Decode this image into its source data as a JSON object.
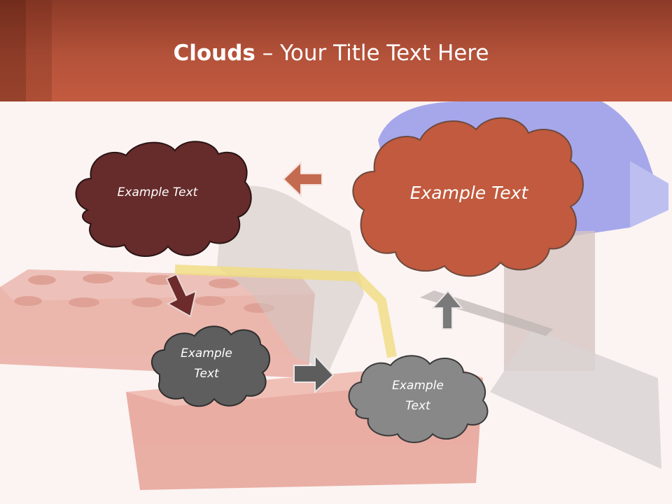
{
  "slide": {
    "title_bold": "Clouds",
    "title_dash": " – ",
    "title_rest": "Your Title Text Here"
  },
  "clouds": [
    {
      "id": "cloud-large-red",
      "text": "Example Text",
      "color": "#c15a3e"
    },
    {
      "id": "cloud-dark-maroon",
      "text": "Example Text",
      "color": "#662b2b"
    },
    {
      "id": "cloud-dark-gray",
      "text_line1": "Example",
      "text_line2": "Text",
      "color": "#5e5e5e"
    },
    {
      "id": "cloud-light-gray",
      "text_line1": "Example",
      "text_line2": "Text",
      "color": "#888888"
    }
  ],
  "colors": {
    "header": "#b4523a",
    "background": "#fbf4f2",
    "arrow_red": "#c36a50",
    "arrow_maroon": "#6e2b2b",
    "arrow_gray_dark": "#5d5d5d",
    "arrow_gray": "#7a7a7a"
  }
}
